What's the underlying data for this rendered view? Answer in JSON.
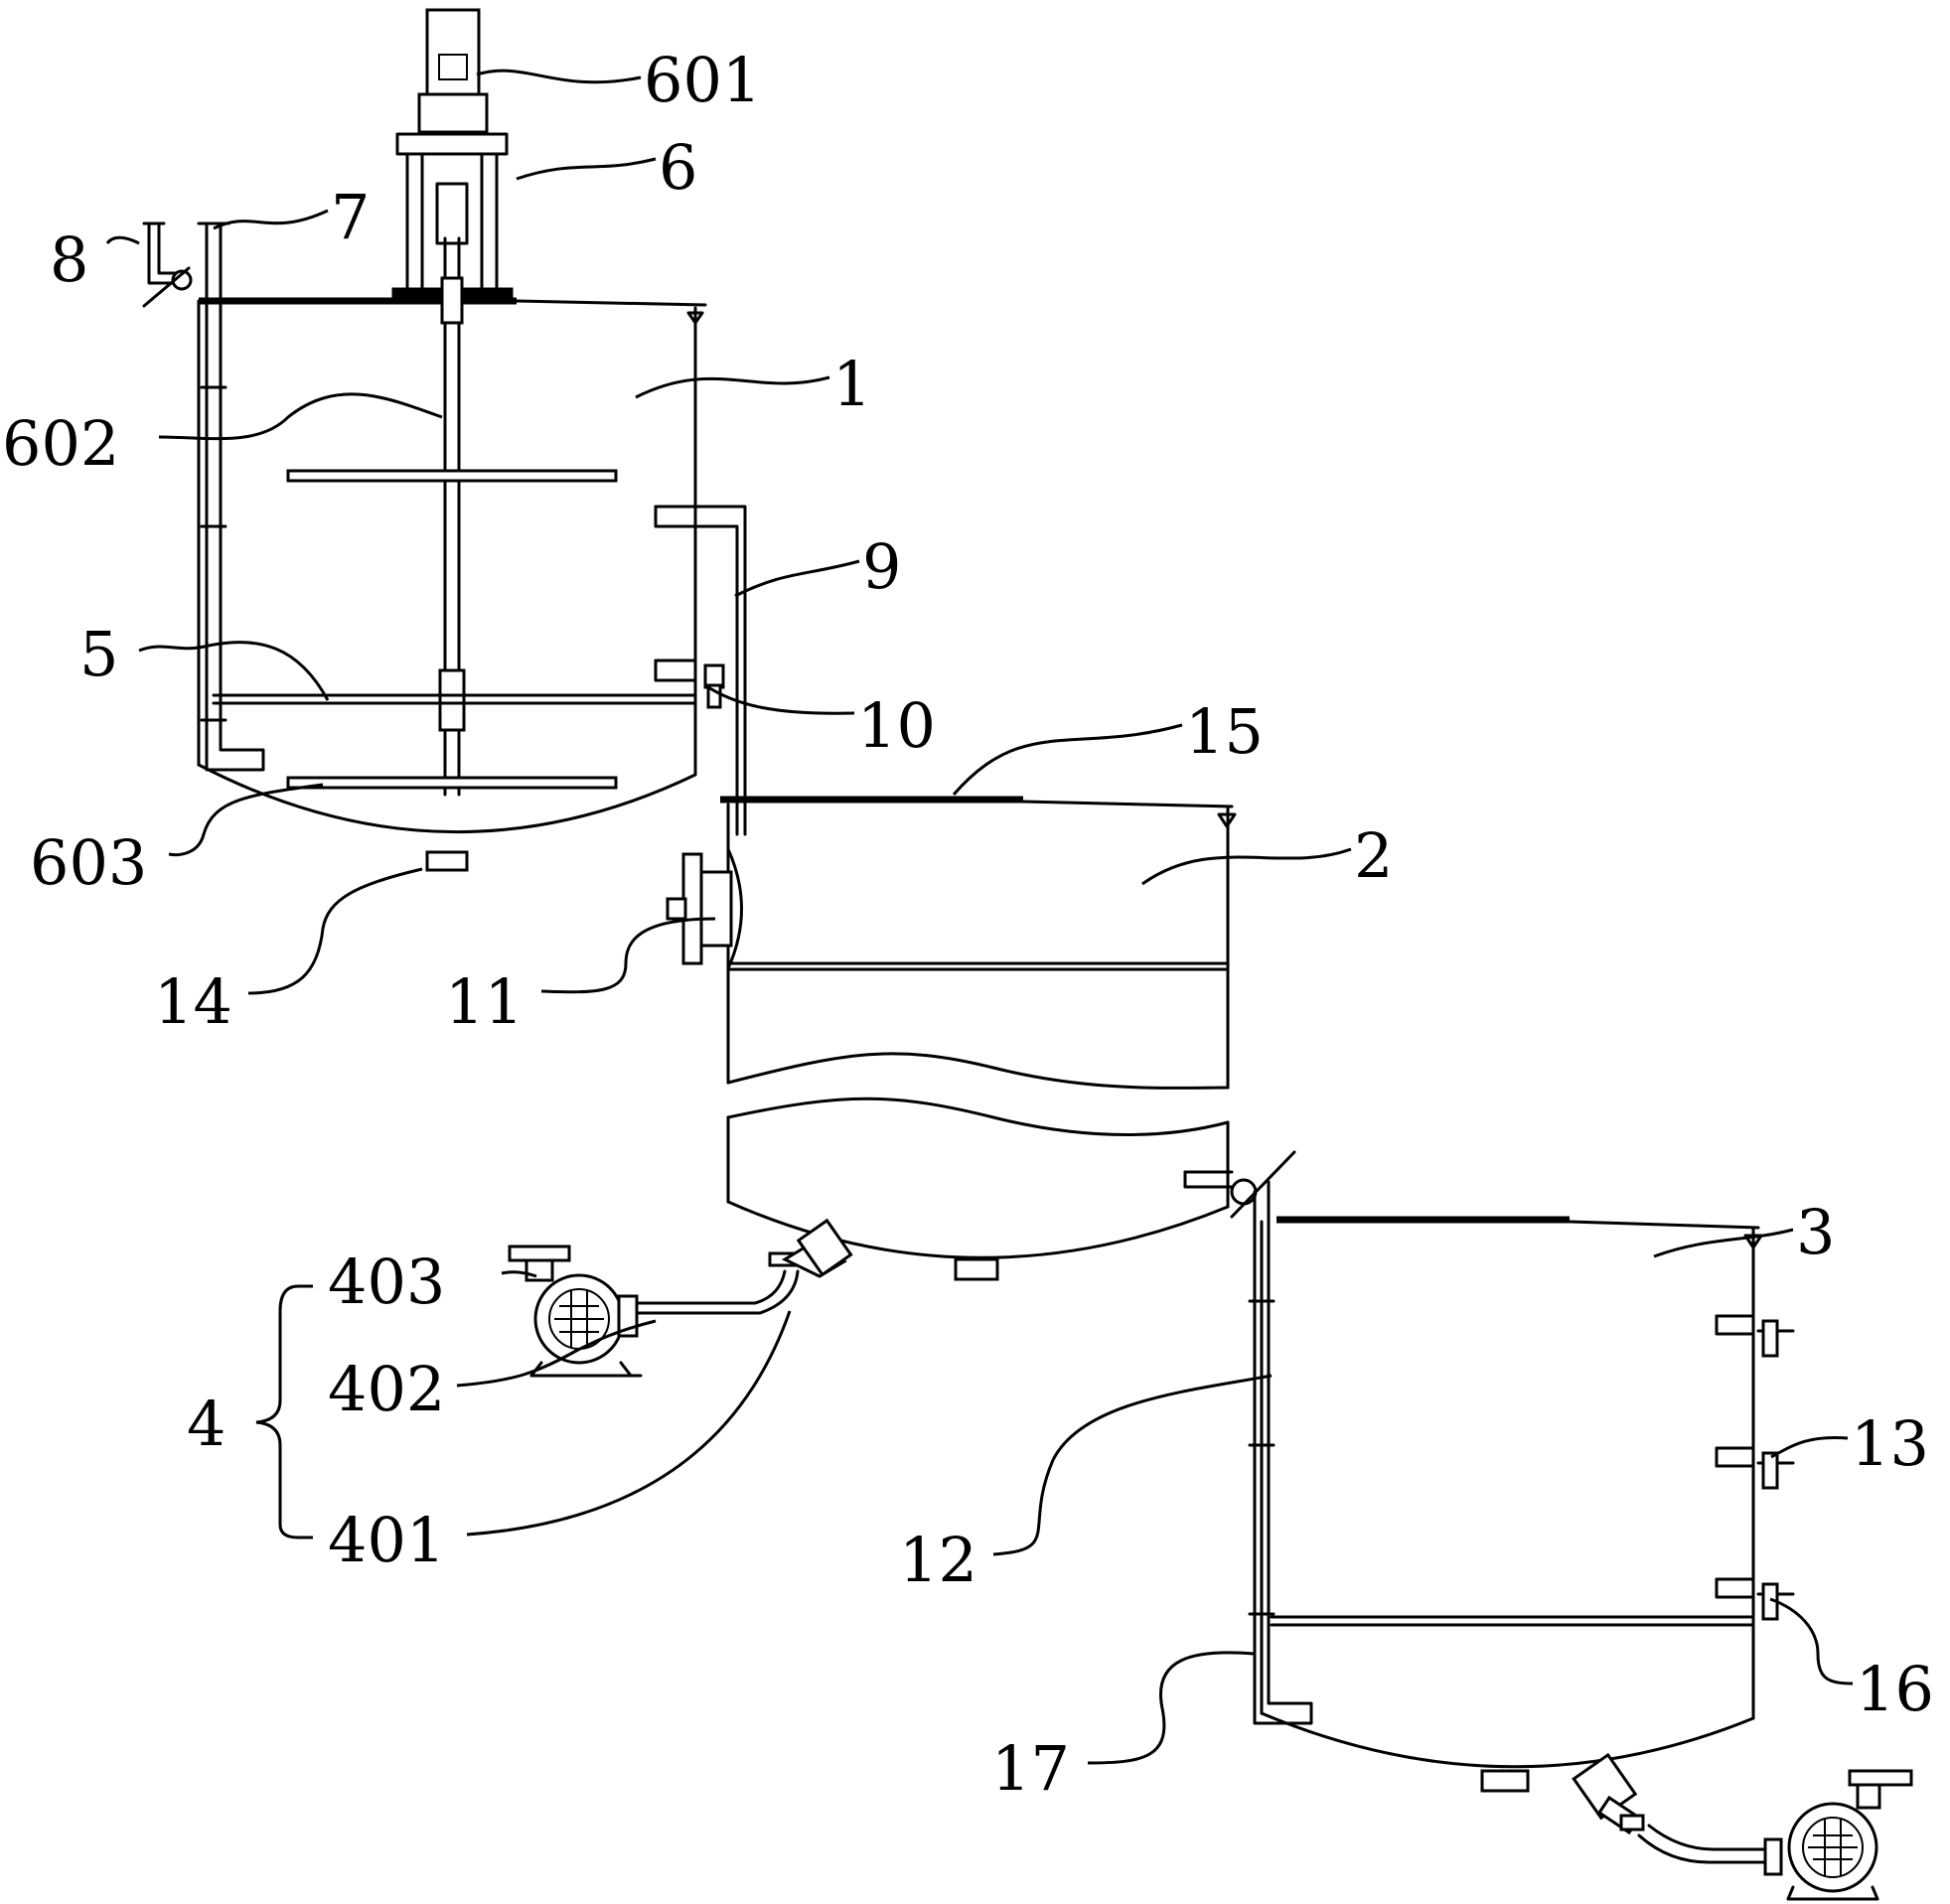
{
  "labels": {
    "l601": "601",
    "l6": "6",
    "l7": "7",
    "l8": "8",
    "l1": "1",
    "l602": "602",
    "l9": "9",
    "l5": "5",
    "l10": "10",
    "l15": "15",
    "l603": "603",
    "l2": "2",
    "l14": "14",
    "l11": "11",
    "l3": "3",
    "l403": "403",
    "l402": "402",
    "l4": "4",
    "l401": "401",
    "l13": "13",
    "l12": "12",
    "l16": "16",
    "l17": "17"
  }
}
